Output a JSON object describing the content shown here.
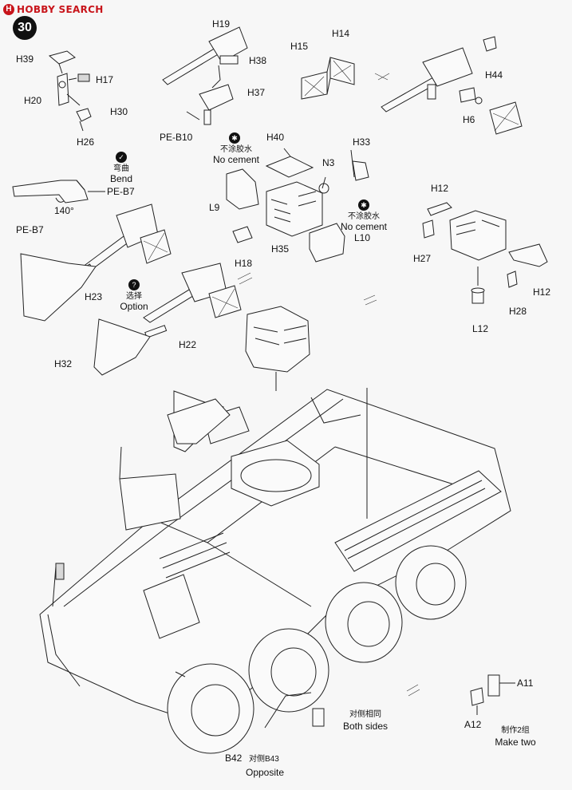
{
  "logo": {
    "brand_text": "HOBBY SEARCH",
    "mark": "H"
  },
  "step": {
    "number": "30"
  },
  "labels": {
    "h39": "H39",
    "h17": "H17",
    "h20": "H20",
    "h30": "H30",
    "h26": "H26",
    "h19": "H19",
    "h38": "H38",
    "h37": "H37",
    "pe_b10": "PE-B10",
    "h15": "H15",
    "h14": "H14",
    "h44": "H44",
    "h6": "H6",
    "bend_cn": "弯曲",
    "bend_en": "Bend",
    "pe_b7_top": "PE-B7",
    "angle": "140°",
    "nocement1_cn": "不涂胶水",
    "nocement1_en": "No cement",
    "h40": "H40",
    "h33": "H33",
    "n3": "N3",
    "l9": "L9",
    "nocement2_cn": "不涂胶水",
    "nocement2_en": "No cement",
    "l10": "L10",
    "h18": "H18",
    "h35": "H35",
    "h12_top": "H12",
    "h27": "H27",
    "h12_right": "H12",
    "h28": "H28",
    "l12": "L12",
    "pe_b7_left": "PE-B7",
    "h23": "H23",
    "option_cn": "选择",
    "option_en": "Option",
    "h22": "H22",
    "h32": "H32",
    "a11": "A11",
    "a12": "A12",
    "maketwo_cn": "制作2组",
    "maketwo_en": "Make two",
    "bothsides_cn": "对侧相同",
    "bothsides_en": "Both sides",
    "b42": "B42",
    "opposite_cn": "对侧B43",
    "opposite_en": "Opposite"
  },
  "icons": {
    "no_cement": "no-glue-icon",
    "bend": "bend-icon",
    "option": "question-icon"
  }
}
